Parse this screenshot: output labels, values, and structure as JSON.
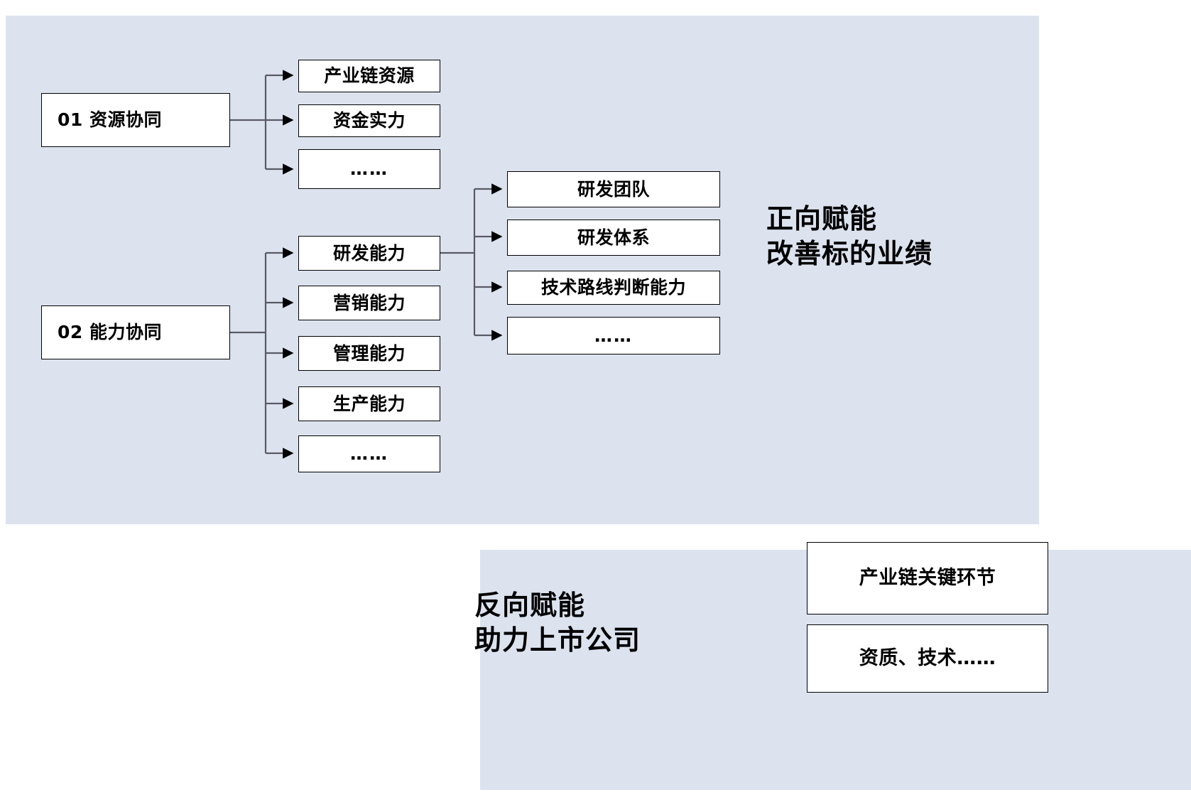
{
  "panels": {
    "top": {
      "name": "forward-empowerment-panel",
      "bg": "#dce3ef"
    },
    "bottom": {
      "name": "reverse-empowerment-panel",
      "bg": "#dce3ef"
    }
  },
  "level1": [
    {
      "id": "resource-synergy",
      "label": "01 资源协同"
    },
    {
      "id": "capability-synergy",
      "label": "02 能力协同"
    }
  ],
  "level2_resource": [
    {
      "id": "industry-chain-resource",
      "label": "产业链资源"
    },
    {
      "id": "capital-strength",
      "label": "资金实力"
    },
    {
      "id": "resource-more",
      "label": "……"
    }
  ],
  "level2_capability": [
    {
      "id": "rd-capability",
      "label": "研发能力"
    },
    {
      "id": "marketing-capability",
      "label": "营销能力"
    },
    {
      "id": "management-capability",
      "label": "管理能力"
    },
    {
      "id": "production-capability",
      "label": "生产能力"
    },
    {
      "id": "capability-more",
      "label": "……"
    }
  ],
  "level3_rd": [
    {
      "id": "rd-team",
      "label": "研发团队"
    },
    {
      "id": "rd-system",
      "label": "研发体系"
    },
    {
      "id": "tech-route-judgement",
      "label": "技术路线判断能力"
    },
    {
      "id": "rd-more",
      "label": "……"
    }
  ],
  "labels": {
    "forward": "正向赋能\n改善标的业绩",
    "reverse": "反向赋能\n助力上市公司"
  },
  "bottom_right_boxes": [
    {
      "id": "industry-chain-key-link",
      "label": "产业链关键环节"
    },
    {
      "id": "qualification-technology",
      "label": "资质、技术……"
    }
  ],
  "colors": {
    "panel_bg": "#dce3ef",
    "node_bg": "#ffffff",
    "node_border": "#000000",
    "edge": "#5a5a64",
    "text": "#000000"
  }
}
